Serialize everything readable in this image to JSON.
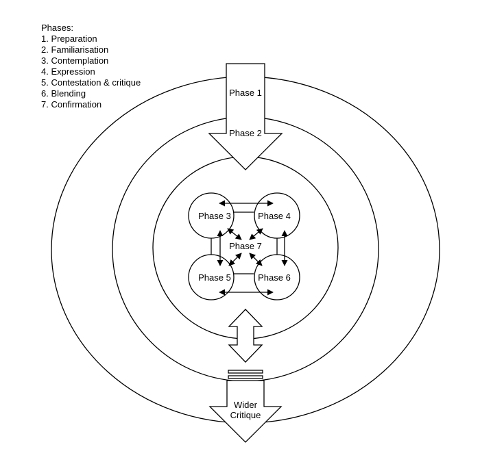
{
  "legend": {
    "title": "Phases:",
    "items": [
      "1. Preparation",
      "2. Familiarisation",
      "3. Contemplation",
      "4. Expression",
      "5. Contestation & critique",
      "6. Blending",
      "7. Confirmation"
    ]
  },
  "arrows": {
    "top_arrow_label_1": "Phase 1",
    "top_arrow_label_2": "Phase 2",
    "bottom_arrow_label_line1": "Wider",
    "bottom_arrow_label_line2": "Critique"
  },
  "phases": {
    "phase3": "Phase 3",
    "phase4": "Phase 4",
    "phase5": "Phase 5",
    "phase6": "Phase 6",
    "phase7": "Phase 7"
  }
}
